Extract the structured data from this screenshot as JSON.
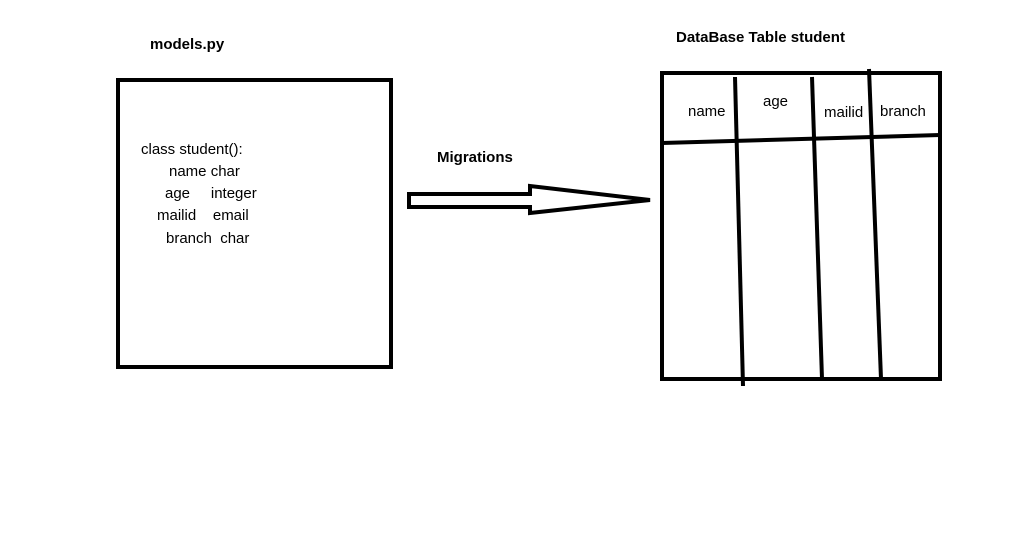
{
  "models": {
    "title": "models.py",
    "lines": [
      "class student():",
      "name char",
      "age     integer",
      "mailid    email",
      "branch  char"
    ]
  },
  "migration": {
    "label": "Migrations"
  },
  "table": {
    "title": "DataBase Table student",
    "columns": [
      "name",
      "age",
      "mailid",
      "branch"
    ]
  }
}
